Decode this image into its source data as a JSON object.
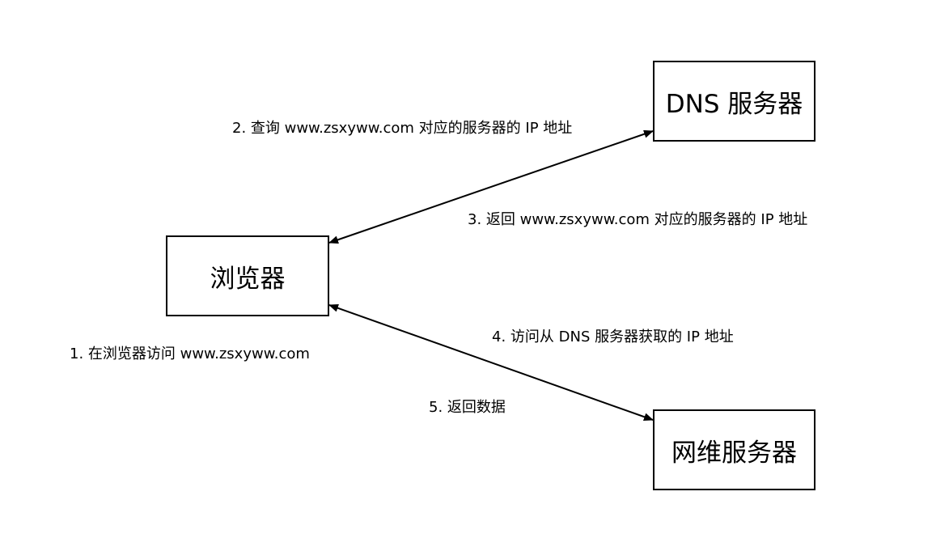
{
  "nodes": {
    "browser": "浏览器",
    "dns_server": "DNS 服务器",
    "web_server": "网维服务器"
  },
  "steps": {
    "step1": "1. 在浏览器访问 www.zsxyww.com",
    "step2": "2. 查询 www.zsxyww.com 对应的服务器的 IP 地址",
    "step3": "3. 返回 www.zsxyww.com 对应的服务器的 IP 地址",
    "step4": "4. 访问从 DNS 服务器获取的 IP 地址",
    "step5": "5. 返回数据"
  },
  "colors": {
    "stroke": "#000000",
    "background": "#ffffff"
  }
}
